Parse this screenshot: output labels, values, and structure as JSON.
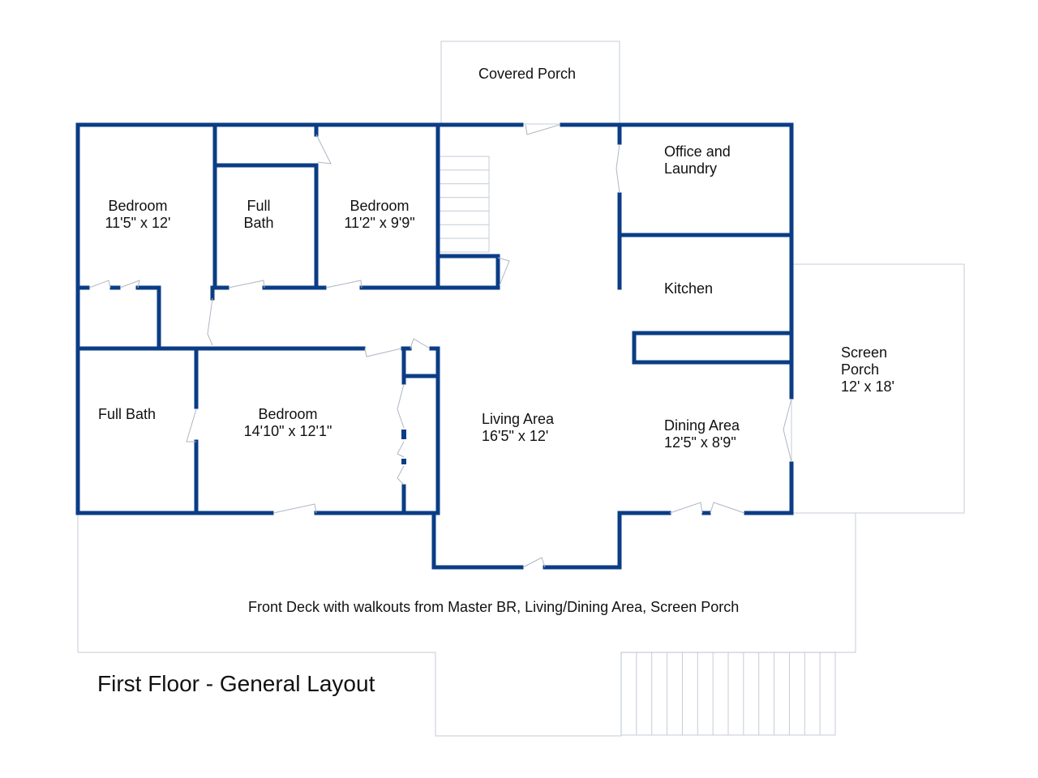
{
  "title": "First Floor - General Layout",
  "rooms": {
    "covered_porch": {
      "name": "Covered Porch"
    },
    "bedroom_left": {
      "name": "Bedroom",
      "size": "11'5\" x 12'"
    },
    "full_bath_upper": {
      "line1": "Full",
      "line2": "Bath"
    },
    "bedroom_mid": {
      "name": "Bedroom",
      "size": "11'2\" x 9'9\""
    },
    "office": {
      "line1": "Office and",
      "line2": "Laundry"
    },
    "kitchen": {
      "name": "Kitchen"
    },
    "screen_porch": {
      "line1": "Screen",
      "line2": "Porch",
      "size": "12' x 18'"
    },
    "full_bath_lower": {
      "name": "Full Bath"
    },
    "master_bedroom": {
      "name": "Bedroom",
      "size": "14'10\" x 12'1\""
    },
    "living_area": {
      "name": "Living Area",
      "size": "16'5\" x 12'"
    },
    "dining_area": {
      "name": "Dining Area",
      "size": "12'5\" x 8'9\""
    },
    "front_deck": {
      "name": "Front Deck with walkouts from Master BR, Living/Dining Area, Screen Porch"
    }
  },
  "colors": {
    "wall": "#0b3d85",
    "outline": "#cfd5de"
  }
}
